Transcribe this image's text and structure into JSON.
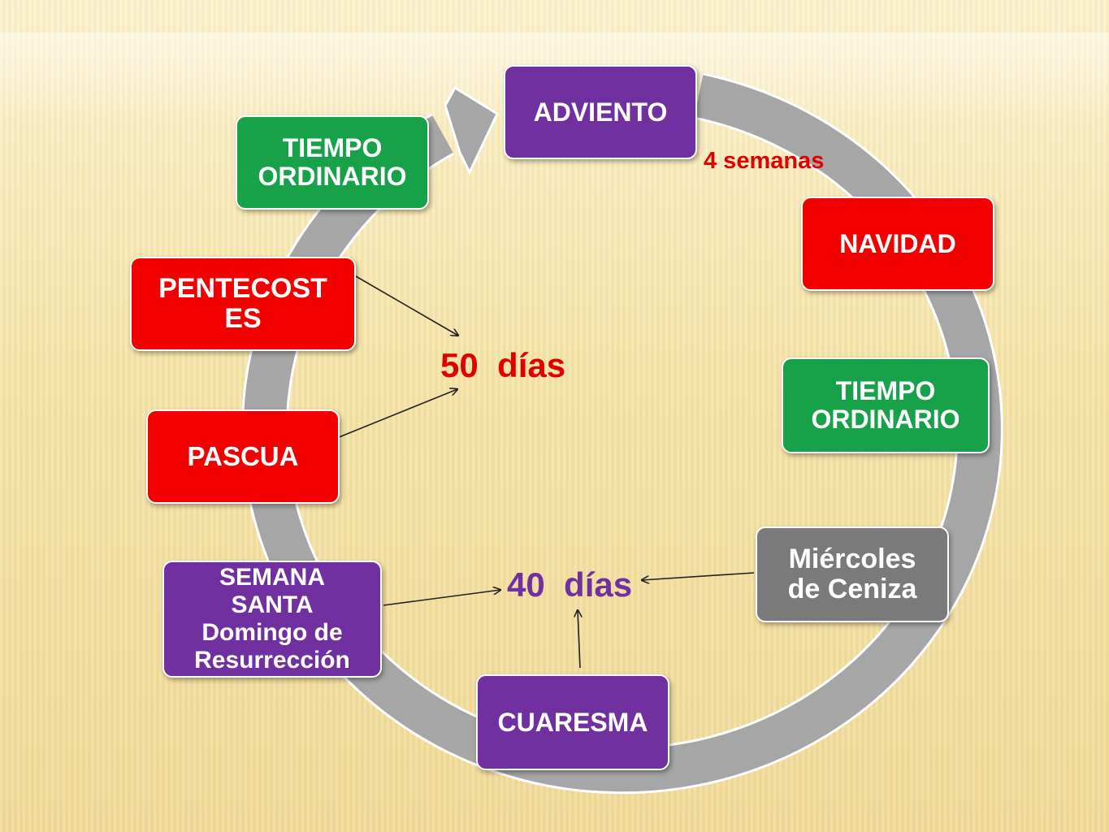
{
  "colors": {
    "purple": "#7030a0",
    "red": "#f20000",
    "green": "#17a24a",
    "gray": "#7a7a7a",
    "ring": "#a6a6a6",
    "label_red": "#e00000",
    "label_purple": "#7030a0"
  },
  "nodes": {
    "adviento": "ADVIENTO",
    "navidad": "NAVIDAD",
    "tiempo_ordinario_right": "TIEMPO\nORDINARIO",
    "miercoles": "Miércoles\nde Ceniza",
    "cuaresma": "CUARESMA",
    "semana_santa": "SEMANA\nSANTA\nDomingo de\nResurrección",
    "pascua": "PASCUA",
    "pentecostes": "PENTECOST\nES",
    "tiempo_ordinario_left": "TIEMPO\nORDINARIO"
  },
  "labels": {
    "cuatro_semanas": "4 semanas",
    "cincuenta_dias": "50  días",
    "cuarenta_dias": "40  días"
  }
}
